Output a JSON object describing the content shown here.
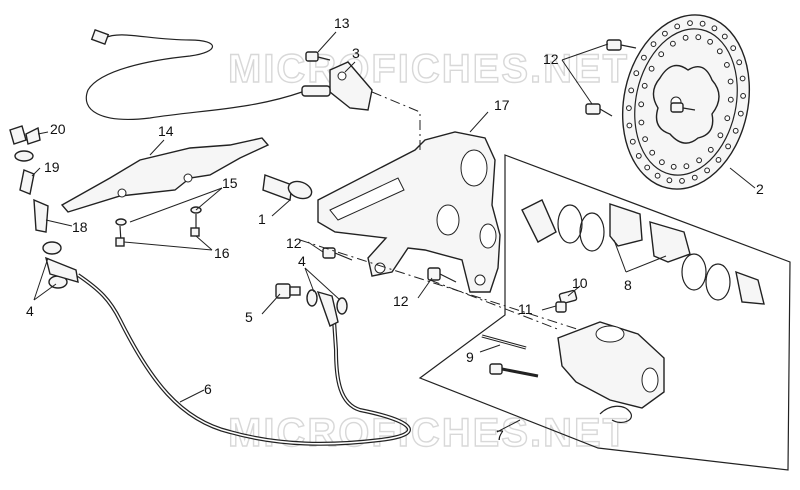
{
  "watermark": "MICROFICHES.NET",
  "part_labels": {
    "p1": "1",
    "p2": "2",
    "p3": "3",
    "p4a": "4",
    "p4b": "4",
    "p5": "5",
    "p6": "6",
    "p7": "7",
    "p8": "8",
    "p9": "9",
    "p10": "10",
    "p11": "11",
    "p12a": "12",
    "p12b": "12",
    "p12c": "12",
    "p13": "13",
    "p14": "14",
    "p15": "15",
    "p16": "16",
    "p17": "17",
    "p18": "18",
    "p19": "19",
    "p20": "20"
  }
}
